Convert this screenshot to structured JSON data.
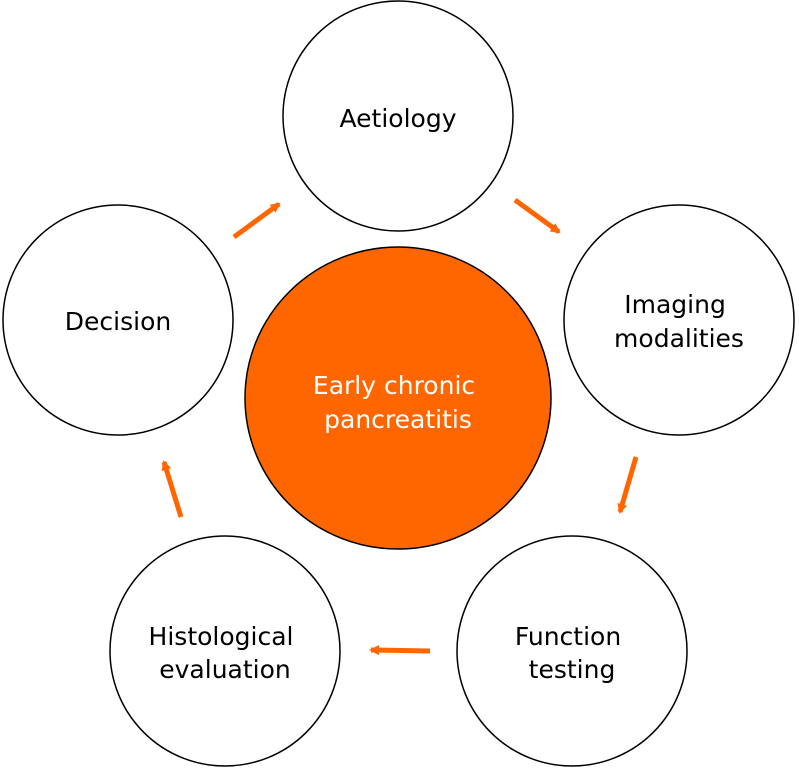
{
  "colors": {
    "accent": "#ff6600",
    "center_text": "#ffffff",
    "outline": "#000000",
    "node_fill": "#ffffff"
  },
  "center": {
    "lines": [
      "Early chronic",
      "pancreatitis"
    ]
  },
  "nodes": [
    {
      "id": "aetiology",
      "lines": [
        "Aetiology"
      ]
    },
    {
      "id": "imaging-modalities",
      "lines": [
        "Imaging",
        "modalities"
      ]
    },
    {
      "id": "function-testing",
      "lines": [
        "Function",
        "testing"
      ]
    },
    {
      "id": "histological-evaluation",
      "lines": [
        "Histological",
        "evaluation"
      ]
    },
    {
      "id": "decision",
      "lines": [
        "Decision"
      ]
    }
  ]
}
